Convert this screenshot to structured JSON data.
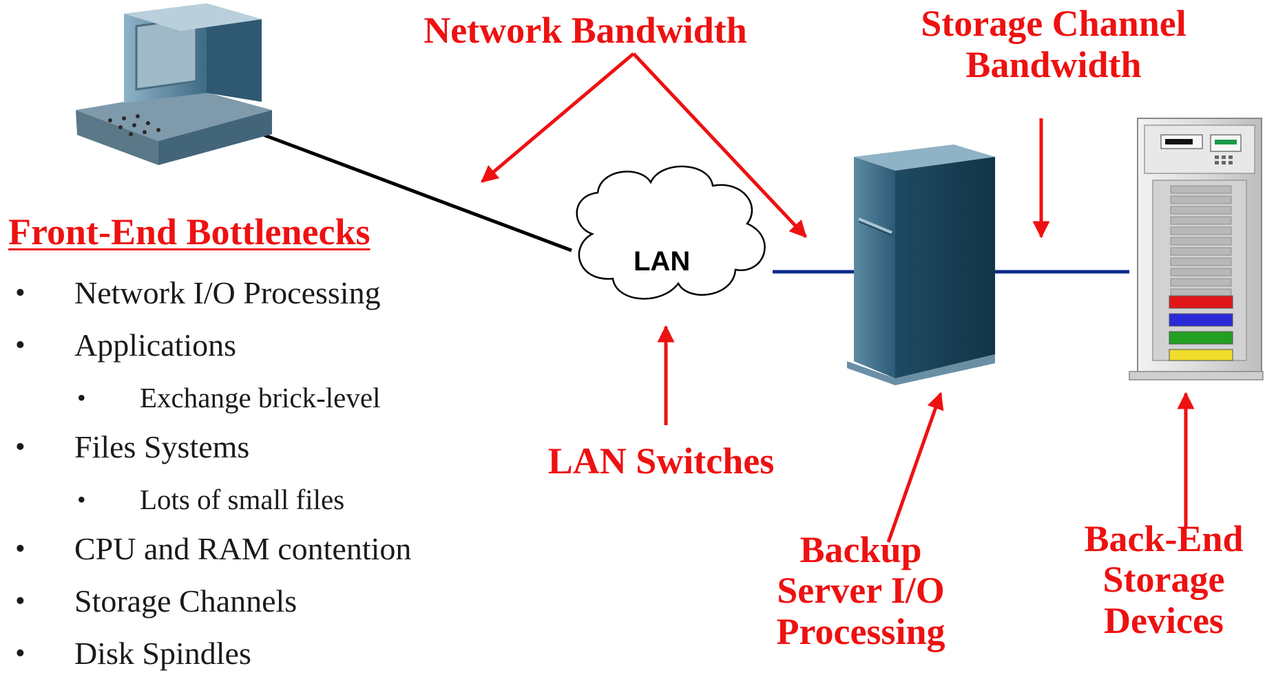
{
  "labels": {
    "network_bandwidth": "Network Bandwidth",
    "storage_channel_bandwidth": "Storage Channel\nBandwidth",
    "lan_switches": "LAN Switches",
    "backup_server": "Backup\nServer I/O\nProcessing",
    "back_end_storage": "Back-End\nStorage\nDevices",
    "lan": "LAN"
  },
  "front_end": {
    "heading": "Front-End Bottlenecks",
    "items": [
      {
        "text": "Network I/O Processing",
        "level": 1
      },
      {
        "text": "Applications",
        "level": 1
      },
      {
        "text": "Exchange brick-level",
        "level": 2
      },
      {
        "text": "Files Systems",
        "level": 1
      },
      {
        "text": "Lots of small files",
        "level": 2
      },
      {
        "text": "CPU and RAM contention",
        "level": 1
      },
      {
        "text": "Storage Channels",
        "level": 1
      },
      {
        "text": "Disk Spindles",
        "level": 1
      }
    ]
  },
  "colors": {
    "accent": "#ee1111",
    "link": "#0a2a8a",
    "server": "#2f5f7a"
  },
  "icons": [
    "computer-icon",
    "cloud-icon",
    "server-icon",
    "storage-rack-icon"
  ]
}
